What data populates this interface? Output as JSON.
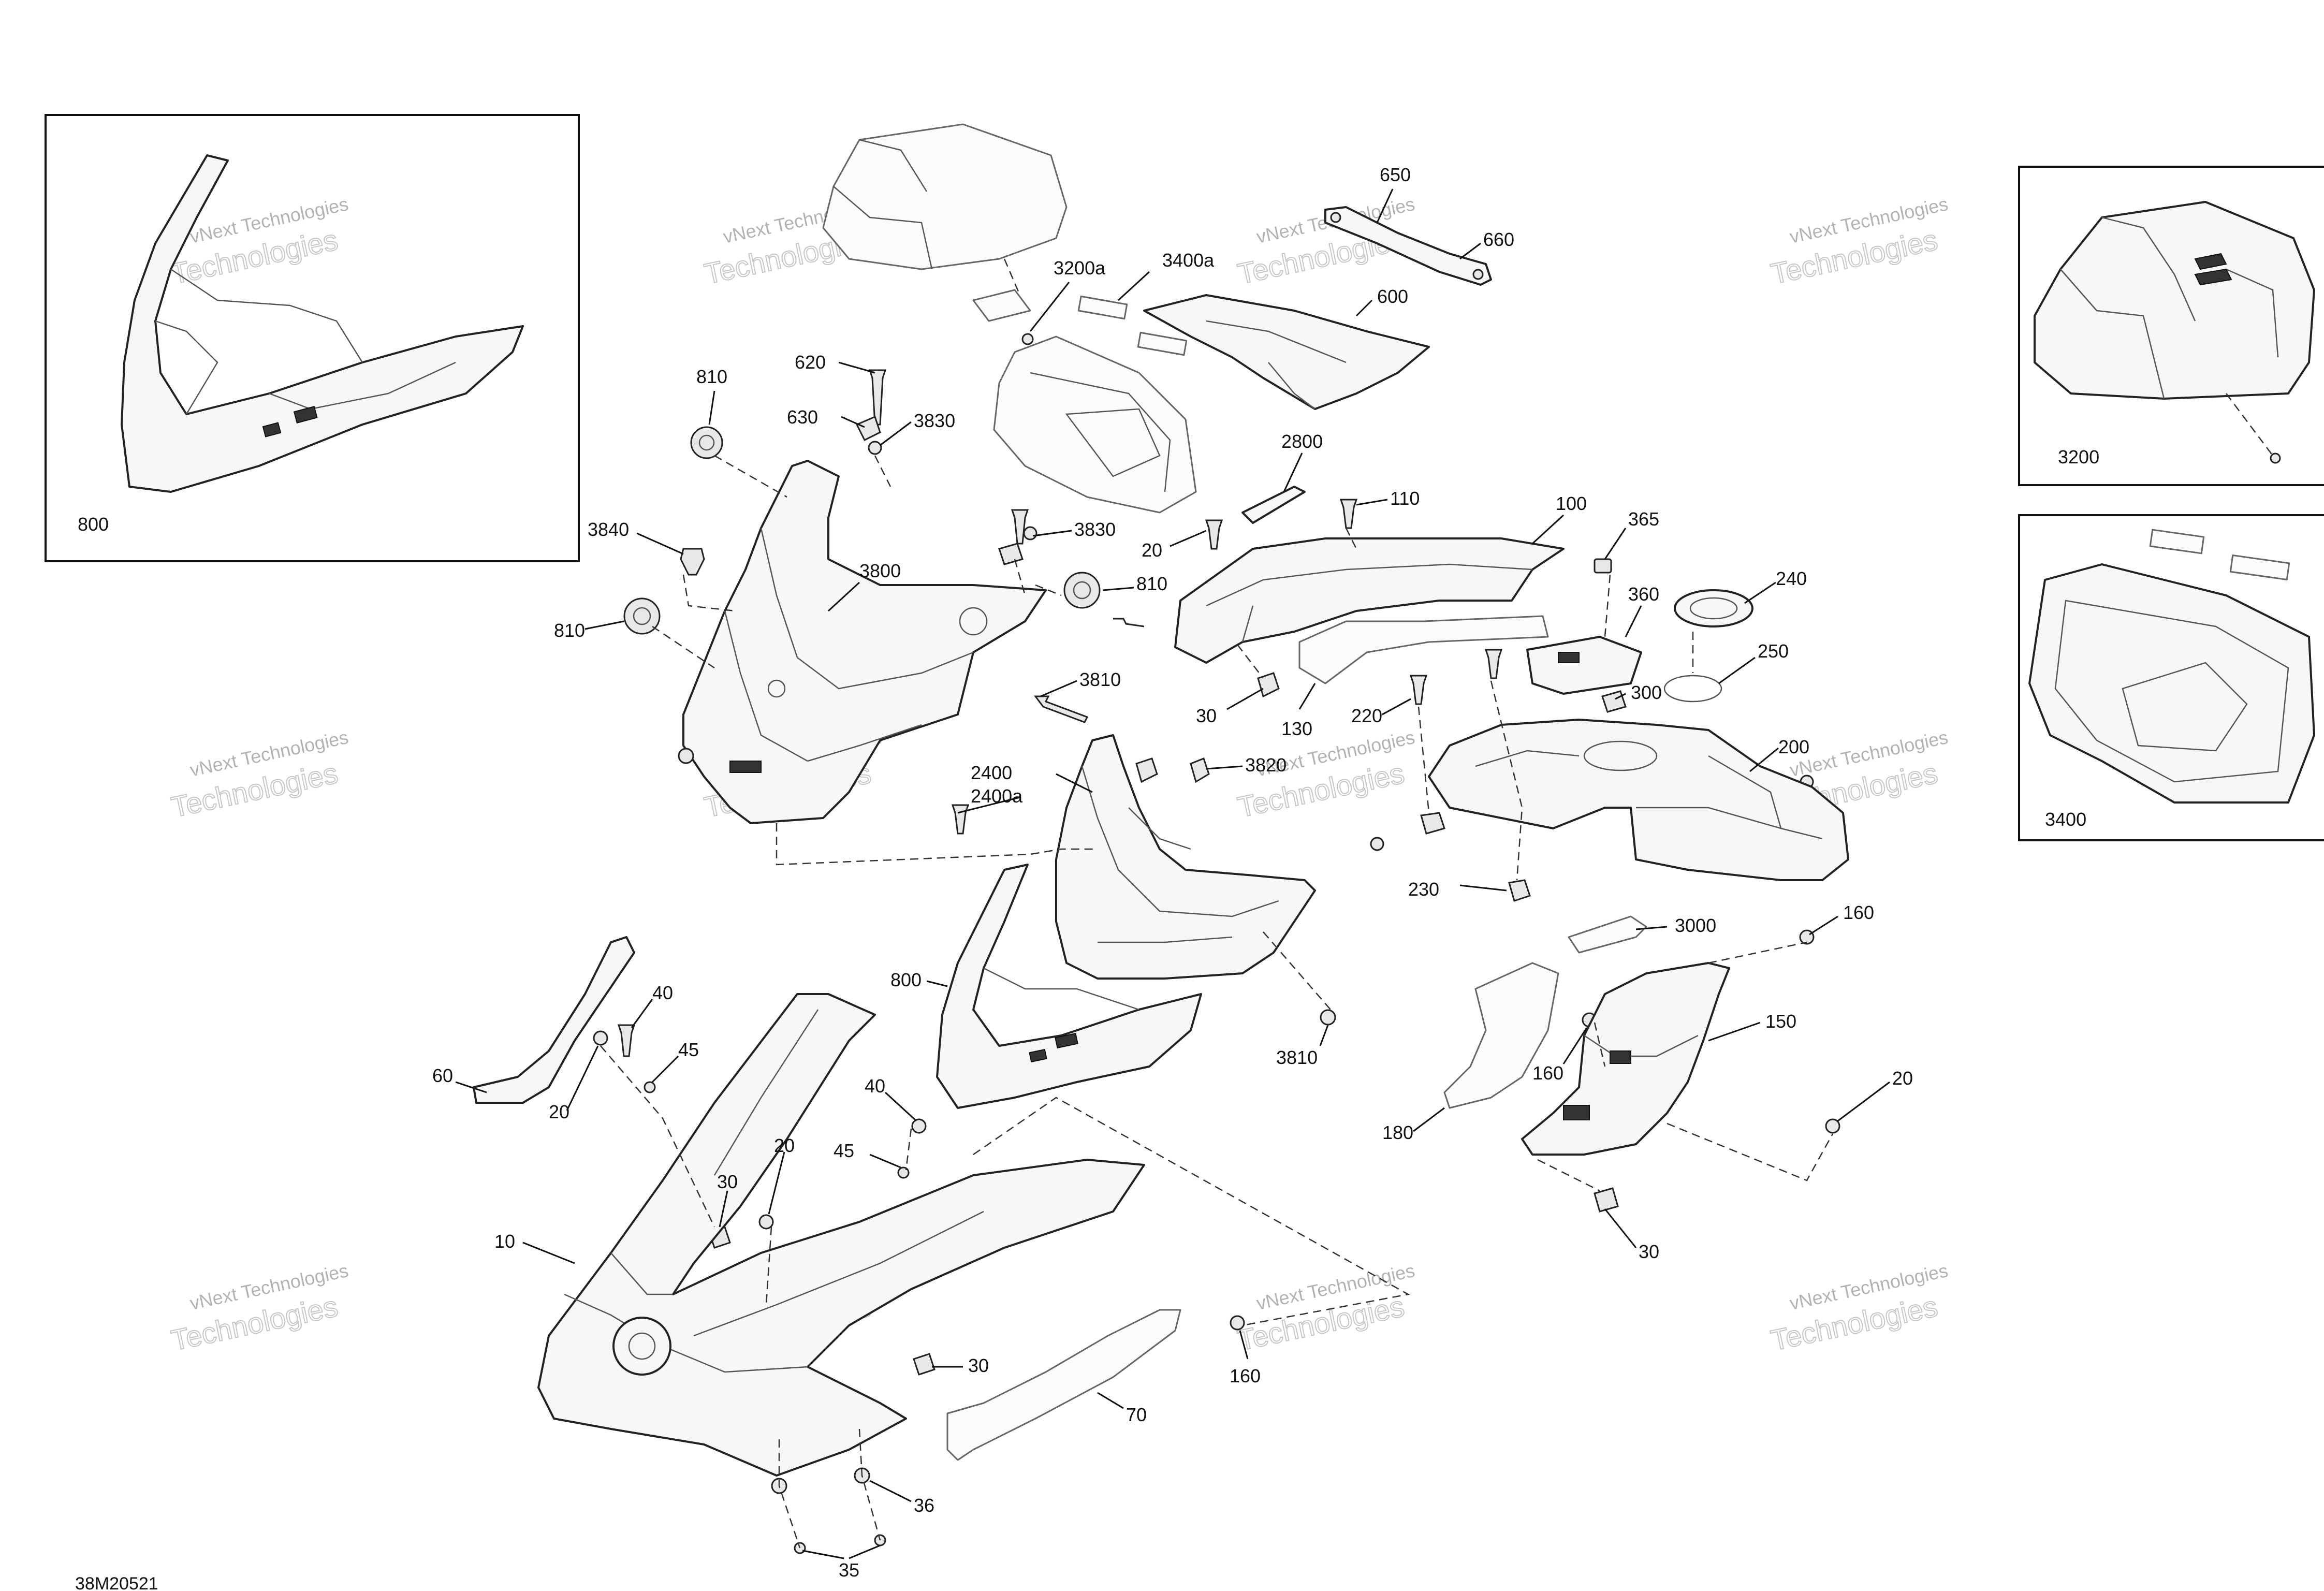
{
  "diagram_code": "38M20521",
  "watermark": {
    "line1": "vNext Technologies",
    "line2": "Technologies"
  },
  "callouts": [
    {
      "id": "c-650",
      "text": "650"
    },
    {
      "id": "c-660",
      "text": "660"
    },
    {
      "id": "c-3200a",
      "text": "3200a"
    },
    {
      "id": "c-3400a",
      "text": "3400a"
    },
    {
      "id": "c-600",
      "text": "600"
    },
    {
      "id": "c-810a",
      "text": "810"
    },
    {
      "id": "c-620",
      "text": "620"
    },
    {
      "id": "c-630",
      "text": "630"
    },
    {
      "id": "c-3830a",
      "text": "3830"
    },
    {
      "id": "c-2800",
      "text": "2800"
    },
    {
      "id": "c-110",
      "text": "110"
    },
    {
      "id": "c-100",
      "text": "100"
    },
    {
      "id": "c-365",
      "text": "365"
    },
    {
      "id": "c-3840",
      "text": "3840"
    },
    {
      "id": "c-3800",
      "text": "3800"
    },
    {
      "id": "c-3830b",
      "text": "3830"
    },
    {
      "id": "c-20a",
      "text": "20"
    },
    {
      "id": "c-810b",
      "text": "810"
    },
    {
      "id": "c-360",
      "text": "360"
    },
    {
      "id": "c-240",
      "text": "240"
    },
    {
      "id": "c-810c",
      "text": "810"
    },
    {
      "id": "c-250",
      "text": "250"
    },
    {
      "id": "c-3810a",
      "text": "3810"
    },
    {
      "id": "c-30a",
      "text": "30"
    },
    {
      "id": "c-130",
      "text": "130"
    },
    {
      "id": "c-220",
      "text": "220"
    },
    {
      "id": "c-300",
      "text": "300"
    },
    {
      "id": "c-200",
      "text": "200"
    },
    {
      "id": "c-2400",
      "text": "2400"
    },
    {
      "id": "c-2400a",
      "text": "2400a"
    },
    {
      "id": "c-3820",
      "text": "3820"
    },
    {
      "id": "c-230",
      "text": "230"
    },
    {
      "id": "c-3000",
      "text": "3000"
    },
    {
      "id": "c-160a",
      "text": "160"
    },
    {
      "id": "c-800b",
      "text": "800"
    },
    {
      "id": "c-150",
      "text": "150"
    },
    {
      "id": "c-40a",
      "text": "40"
    },
    {
      "id": "c-45a",
      "text": "45"
    },
    {
      "id": "c-60",
      "text": "60"
    },
    {
      "id": "c-20b",
      "text": "20"
    },
    {
      "id": "c-3810b",
      "text": "3810"
    },
    {
      "id": "c-160b",
      "text": "160"
    },
    {
      "id": "c-20c",
      "text": "20"
    },
    {
      "id": "c-180",
      "text": "180"
    },
    {
      "id": "c-40b",
      "text": "40"
    },
    {
      "id": "c-20d",
      "text": "20"
    },
    {
      "id": "c-45b",
      "text": "45"
    },
    {
      "id": "c-30b",
      "text": "30"
    },
    {
      "id": "c-10",
      "text": "10"
    },
    {
      "id": "c-30c",
      "text": "30"
    },
    {
      "id": "c-30d",
      "text": "30"
    },
    {
      "id": "c-160c",
      "text": "160"
    },
    {
      "id": "c-70",
      "text": "70"
    },
    {
      "id": "c-36",
      "text": "36"
    },
    {
      "id": "c-35",
      "text": "35"
    }
  ],
  "inset_labels": {
    "inset_800": "800",
    "inset_3200": "3200",
    "inset_3400": "3400"
  }
}
